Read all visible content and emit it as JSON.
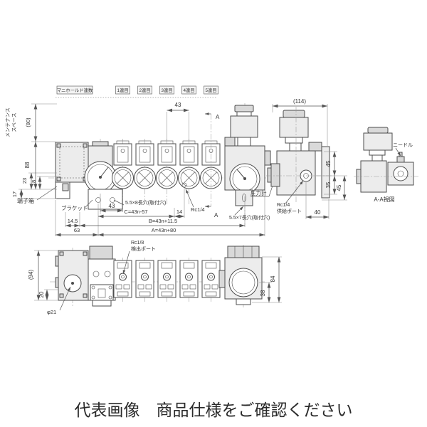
{
  "caption": "代表画像　商品仕様をご確認ください",
  "header": {
    "legend": "マニホールド連数",
    "stations": [
      "1連目",
      "2連目",
      "3連目",
      "4連目",
      "5連目"
    ]
  },
  "front": {
    "maintenance1": "メンテナンス",
    "maintenance2": "スペース",
    "dim80": "(80)",
    "dim88": "88",
    "dim23": "23",
    "dim18": "18",
    "dim17": "17",
    "terminal_box": "端子箱",
    "bracket": "ブラケット",
    "dim43_top": "43",
    "dim43_bottom": "43",
    "slot8": "5.5×8長穴(取付穴)",
    "rc14": "Rc1/4",
    "dimC": "C=43n-57",
    "dim14": "14",
    "dimB": "B=43n+11.5",
    "dim14_5": "14.5",
    "dimA": "A=43n+80",
    "dim63": "63",
    "slot7": "5.5×7長穴(取付穴)",
    "pressure_gauge": "圧力計",
    "sectionA": "A"
  },
  "side": {
    "dim114": "(114)",
    "dim45a": "45",
    "dim35": "35",
    "dim45b": "45",
    "dim40": "40",
    "supply1": "Rc1/4",
    "supply2": "供給ポート"
  },
  "aa": {
    "needle": "ニードル",
    "title": "A-A視図"
  },
  "bottom": {
    "dim94": "(94)",
    "dim20": "20",
    "phi21": "φ21",
    "detect1": "Rc1/8",
    "detect2": "検出ポート",
    "dim38": "38",
    "dim84": "84"
  },
  "colors": {
    "line": "#4d4d4d",
    "fill_light": "#ececec",
    "fill_mid": "#d9d9d9",
    "text": "#333333"
  }
}
